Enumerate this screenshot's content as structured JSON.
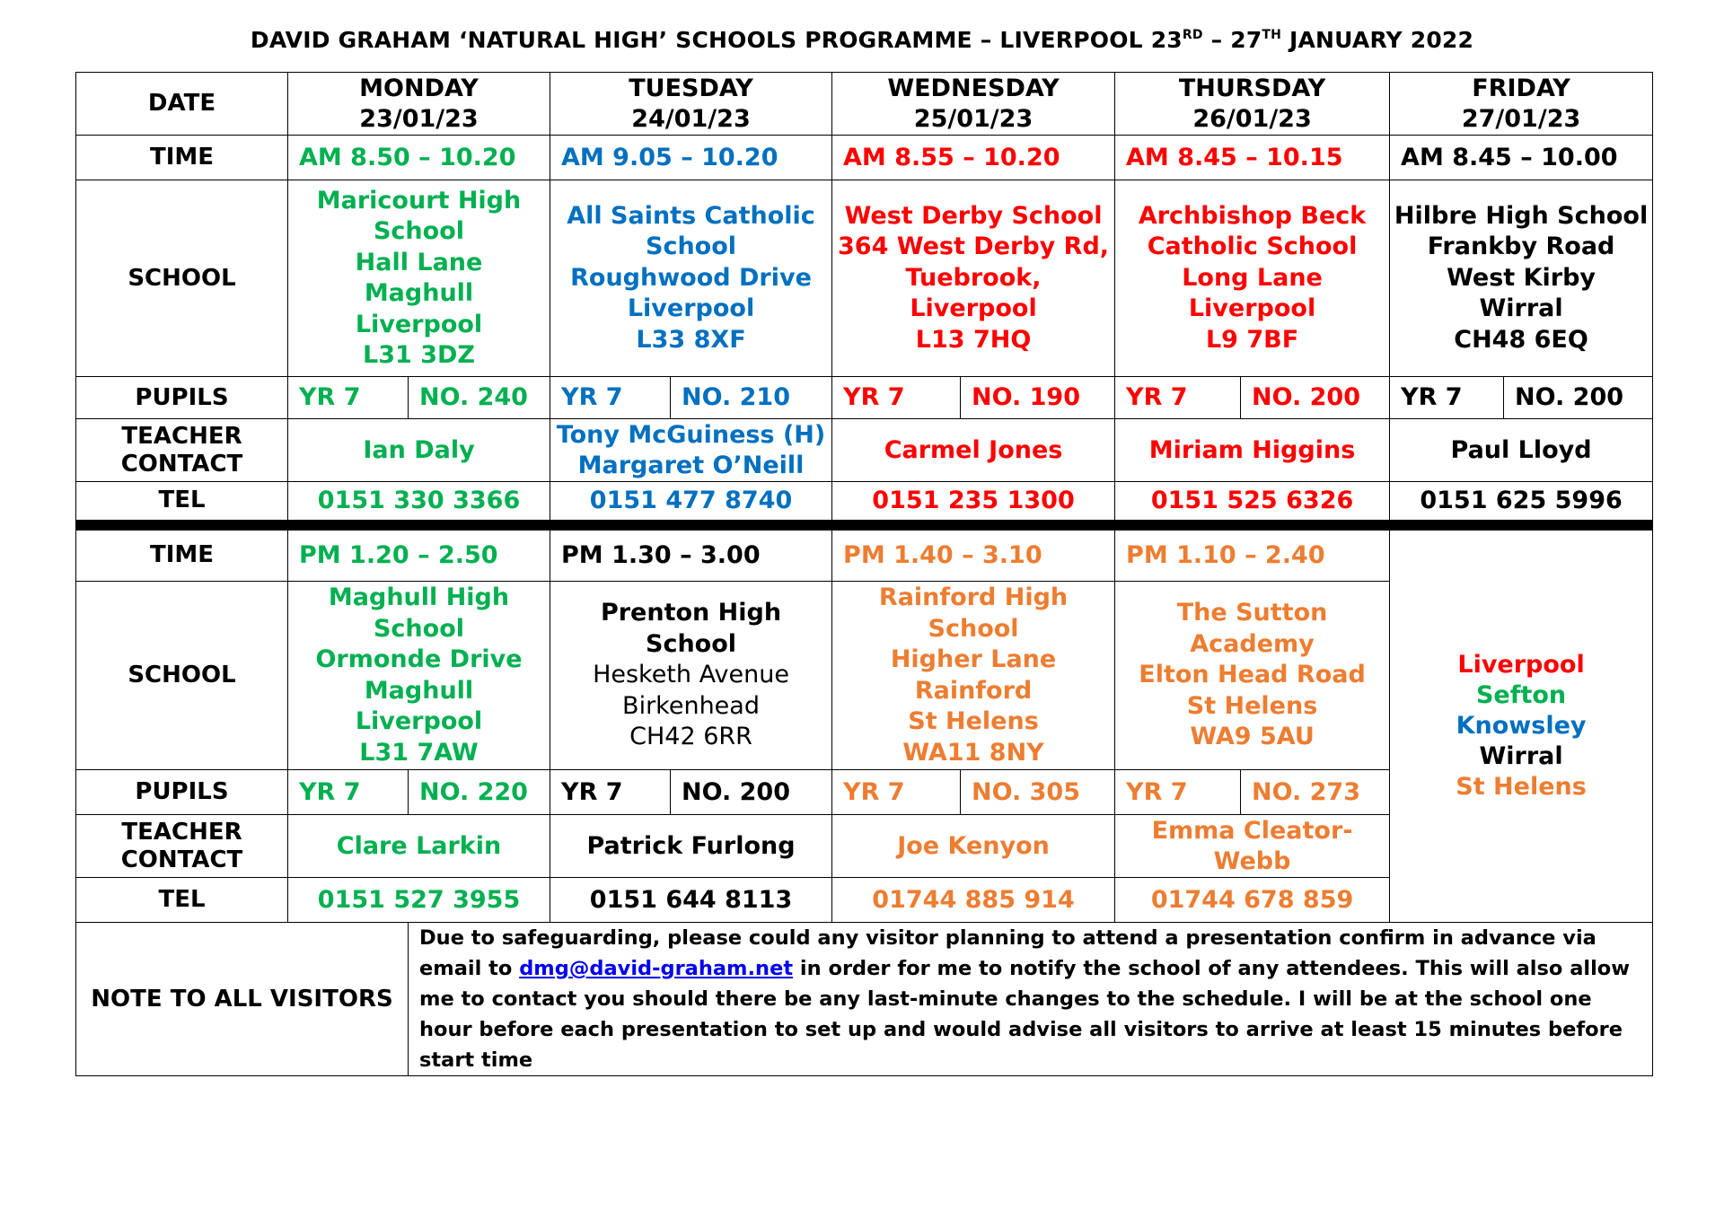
{
  "title": {
    "main": "DAVID GRAHAM ‘NATURAL HIGH’ SCHOOLS PROGRAMME – LIVERPOOL 23",
    "sup1": "RD",
    "mid": " – 27",
    "sup2": "TH",
    "end": " JANUARY 2022"
  },
  "labels": {
    "date": "DATE",
    "time": "TIME",
    "school": "SCHOOL",
    "pupils": "PUPILS",
    "teacher_1": "TEACHER",
    "teacher_2": "CONTACT",
    "tel": "TEL",
    "note": "NOTE TO ALL VISITORS"
  },
  "colors": {
    "green": "#00b050",
    "blue": "#0070c0",
    "red": "#ff0000",
    "orange": "#ed7d31",
    "black": "#000000"
  },
  "days": [
    {
      "name": "MONDAY",
      "date": "23/01/23"
    },
    {
      "name": "TUESDAY",
      "date": "24/01/23"
    },
    {
      "name": "WEDNESDAY",
      "date": "25/01/23"
    },
    {
      "name": "THURSDAY",
      "date": "26/01/23"
    },
    {
      "name": "FRIDAY",
      "date": "27/01/23"
    }
  ],
  "am": [
    {
      "time": "AM 8.50 – 10.20",
      "school": [
        "Maricourt High",
        "School",
        "Hall Lane",
        "Maghull",
        "Liverpool",
        "L31 3DZ"
      ],
      "year": "YR 7",
      "number": "NO. 240",
      "teacher": [
        "Ian Daly"
      ],
      "tel": "0151 330 3366"
    },
    {
      "time": "AM 9.05 – 10.20",
      "school": [
        "All Saints Catholic",
        "School",
        "Roughwood Drive",
        "Liverpool",
        "L33 8XF"
      ],
      "year": "YR 7",
      "number": "NO. 210",
      "teacher": [
        "Tony McGuiness (H)",
        "Margaret O’Neill"
      ],
      "tel": "0151 477 8740"
    },
    {
      "time": "AM 8.55 – 10.20",
      "school": [
        "West Derby School",
        "364 West Derby Rd,",
        "Tuebrook,",
        "Liverpool",
        "L13 7HQ"
      ],
      "year": "YR 7",
      "number": "NO. 190",
      "teacher": [
        "Carmel Jones"
      ],
      "tel": "0151 235 1300"
    },
    {
      "time": "AM 8.45 – 10.15",
      "school": [
        "Archbishop Beck",
        "Catholic School",
        "Long Lane",
        "Liverpool",
        "L9 7BF"
      ],
      "year": "YR 7",
      "number": "NO. 200",
      "teacher": [
        "Miriam Higgins"
      ],
      "tel": "0151 525 6326"
    },
    {
      "time": "AM 8.45 – 10.00",
      "school": [
        "Hilbre High School",
        "Frankby Road",
        "West Kirby",
        "Wirral",
        "CH48 6EQ"
      ],
      "year": "YR 7",
      "number": "NO. 200",
      "teacher": [
        "Paul Lloyd"
      ],
      "tel": "0151 625 5996"
    }
  ],
  "pm": [
    {
      "time": "PM 1.20 – 2.50",
      "school": [
        "Maghull High",
        "School",
        "Ormonde Drive",
        "Maghull",
        "Liverpool",
        "L31 7AW"
      ],
      "year": "YR 7",
      "number": "NO. 220",
      "teacher": [
        "Clare Larkin"
      ],
      "tel": "0151 527 3955"
    },
    {
      "time": "PM 1.30 – 3.00",
      "school": [
        "Prenton High School",
        "Hesketh Avenue",
        "Birkenhead",
        "CH42 6RR"
      ],
      "year": "YR 7",
      "number": "NO. 200",
      "teacher": [
        "Patrick Furlong"
      ],
      "tel": "0151 644 8113"
    },
    {
      "time": "PM 1.40 – 3.10",
      "school": [
        "Rainford High School",
        "Higher Lane",
        "Rainford",
        "St Helens",
        "WA11 8NY"
      ],
      "year": "YR 7",
      "number": "NO. 305",
      "teacher": [
        "Joe Kenyon"
      ],
      "tel": "01744 885 914"
    },
    {
      "time": "PM 1.10 – 2.40",
      "school": [
        "The Sutton",
        "Academy",
        "Elton Head Road",
        "St Helens",
        "WA9 5AU"
      ],
      "year": "YR 7",
      "number": "NO. 273",
      "teacher": [
        "Emma Cleator-Webb"
      ],
      "tel": "01744 678 859"
    }
  ],
  "friday_pm_areas": [
    "Liverpool",
    "Sefton",
    "Knowsley",
    "Wirral",
    "St Helens"
  ],
  "note": {
    "text1": "Due to safeguarding, please could any visitor planning to attend a presentation confirm in advance via email to ",
    "email": "dmg@david-graham.net",
    "text2": " in order for me to notify the school of any attendees. This will also allow me to contact you should there be any last-minute changes to the schedule. I will be at the school one hour before each presentation to set up and would advise all visitors to arrive at least 15 minutes before start time"
  }
}
